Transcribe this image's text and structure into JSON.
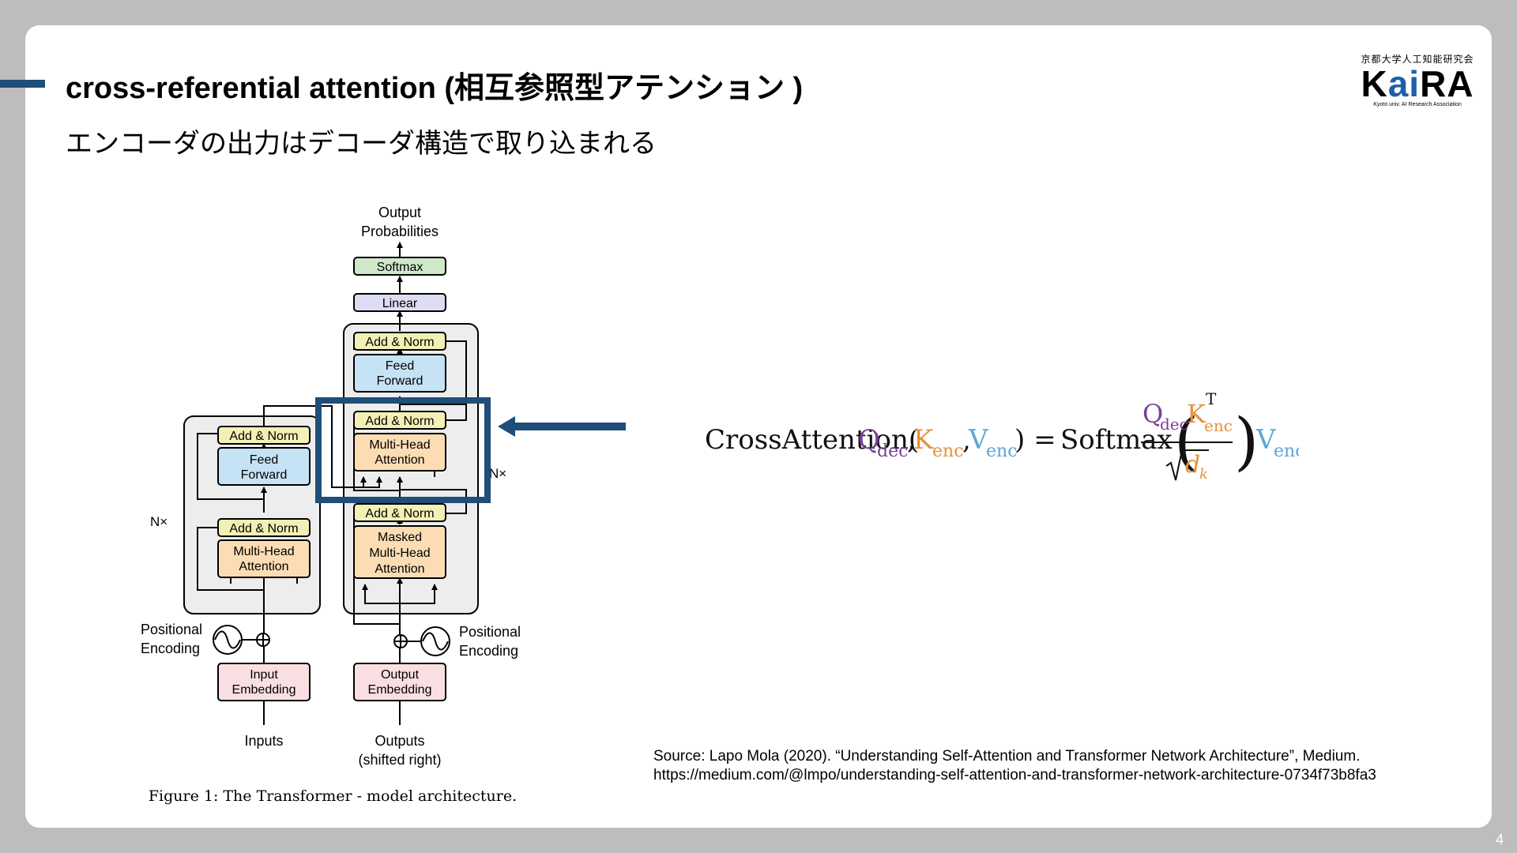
{
  "slide": {
    "title": "cross-referential attention (相互参照型アテンション )",
    "subtitle": "エンコーダの出力はデコーダ構造で取り込まれる",
    "page_number": "4"
  },
  "logo": {
    "jp": "京都大学人工知能研究会",
    "mark_pre": "K",
    "mark_ai": "ai",
    "mark_post": "RA",
    "en": "Kyoto univ. AI Research Association"
  },
  "diagram": {
    "output_probabilities_1": "Output",
    "output_probabilities_2": "Probabilities",
    "softmax": "Softmax",
    "linear": "Linear",
    "add_norm": "Add & Norm",
    "feed_1": "Feed",
    "feed_2": "Forward",
    "mha_1": "Multi-Head",
    "mha_2": "Attention",
    "masked_1": "Masked",
    "masked_2": "Multi-Head",
    "masked_3": "Attention",
    "nx": "N×",
    "positional_1": "Positional",
    "positional_2": "Encoding",
    "input_emb_1": "Input",
    "input_emb_2": "Embedding",
    "output_emb_1": "Output",
    "output_emb_2": "Embedding",
    "inputs": "Inputs",
    "outputs_1": "Outputs",
    "outputs_2": "(shifted right)",
    "caption": "Figure 1: The Transformer - model architecture.",
    "colors": {
      "add_norm": "#f3f0b5",
      "feed_forward": "#c6e2f5",
      "attention": "#fbdcb3",
      "embedding": "#f9dfe1",
      "linear": "#dcdcf3",
      "softmax": "#cfe8c9",
      "highlight": "#1f4e79"
    }
  },
  "formula": {
    "name": "CrossAttention",
    "q": "Q",
    "dec": "dec",
    "k": "K",
    "enc": "enc",
    "v": "V",
    "softmax": "Softmax",
    "t": "T",
    "d": "d",
    "k_sub": "k",
    "colors": {
      "q": "#7a3f99",
      "k": "#e5913a",
      "v": "#5aa7d9"
    }
  },
  "source": {
    "line1": "Source: Lapo Mola (2020). “Understanding Self-Attention and Transformer Network Architecture”, Medium.",
    "line2": "https://medium.com/@lmpo/understanding-self-attention-and-transformer-network-architecture-0734f73b8fa3"
  }
}
